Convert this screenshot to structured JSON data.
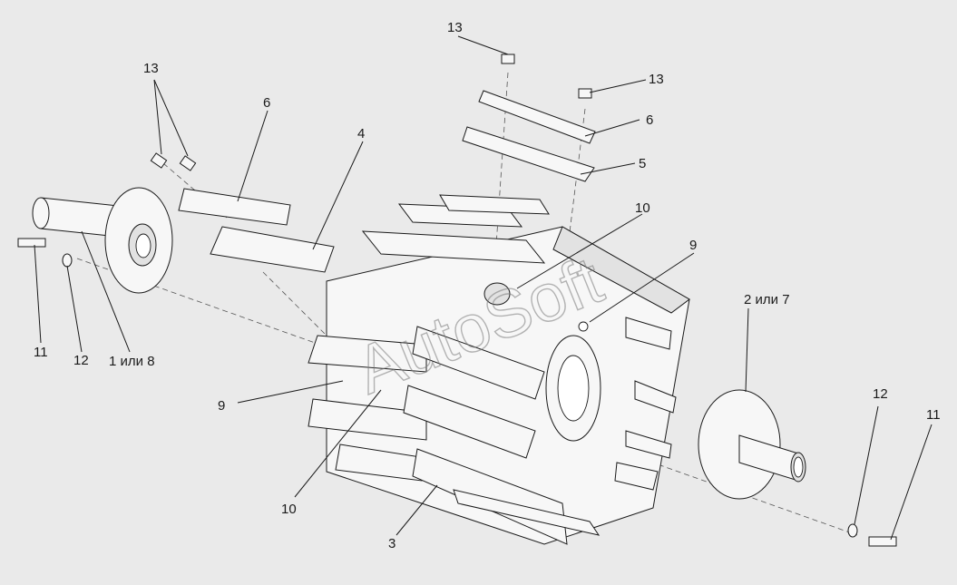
{
  "watermark": "AutoSoft",
  "callouts": [
    {
      "id": "c13a",
      "text": "13"
    },
    {
      "id": "c13b",
      "text": "13"
    },
    {
      "id": "c13c",
      "text": "13"
    },
    {
      "id": "c6a",
      "text": "6"
    },
    {
      "id": "c6b",
      "text": "6"
    },
    {
      "id": "c5",
      "text": "5"
    },
    {
      "id": "c4",
      "text": "4"
    },
    {
      "id": "c10a",
      "text": "10"
    },
    {
      "id": "c9a",
      "text": "9"
    },
    {
      "id": "c9b",
      "text": "9"
    },
    {
      "id": "c10b",
      "text": "10"
    },
    {
      "id": "c3",
      "text": "3"
    },
    {
      "id": "c2",
      "text": "2 или 7"
    },
    {
      "id": "c1",
      "text": "1 или 8"
    },
    {
      "id": "c11a",
      "text": "11"
    },
    {
      "id": "c12a",
      "text": "12"
    },
    {
      "id": "c12b",
      "text": "12"
    },
    {
      "id": "c11b",
      "text": "11"
    }
  ]
}
